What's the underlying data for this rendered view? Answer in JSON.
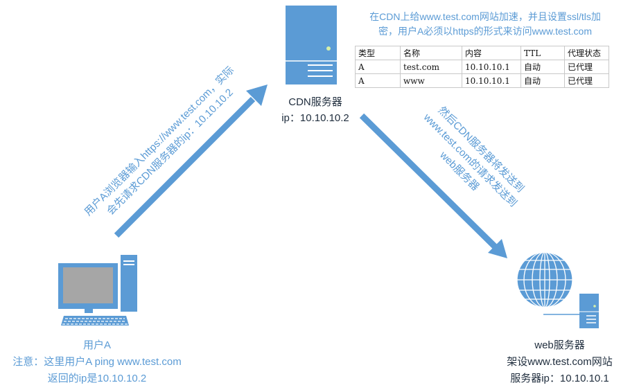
{
  "cdn_server": {
    "icon": "server-icon",
    "name": "CDN服务器",
    "ip_line": "ip：10.10.10.2"
  },
  "cdn_note": {
    "line1": "在CDN上给www.test.com网站加速，并且设置ssl/tls加",
    "line2": "密，用户A必须以https的形式来访问www.test.com"
  },
  "dns_table": {
    "headers": [
      "类型",
      "名称",
      "内容",
      "TTL",
      "代理状态"
    ],
    "rows": [
      [
        "A",
        "test.com",
        "10.10.10.1",
        "自动",
        "已代理"
      ],
      [
        "A",
        "www",
        "10.10.10.1",
        "自动",
        "已代理"
      ]
    ]
  },
  "left_arrow_note": {
    "line1": "用户A浏览器输入https://www.test.com，实际",
    "line2": "会先请求CDN服务器的ip：10.10.10.2"
  },
  "right_arrow_note": {
    "line1": "然后CDN服务器将发送到",
    "line2": "www.test.com的请求发送到",
    "line3": "web服务器"
  },
  "user_a": {
    "icon": "desktop-computer-icon",
    "name": "用户A",
    "note_line1": "注意：这里用户A  ping www.test.com",
    "note_line2": "返回的ip是10.10.10.2"
  },
  "web_server": {
    "icons": [
      "globe-icon",
      "server-icon"
    ],
    "name": "web服务器",
    "line2": "架设www.test.com网站",
    "line3": "服务器ip：10.10.10.1"
  },
  "colors": {
    "accent": "#5b9bd5",
    "server_fill": "#5b9bd5",
    "label_text": "#1f2d3d",
    "screen_gray": "#a6a6a6"
  }
}
